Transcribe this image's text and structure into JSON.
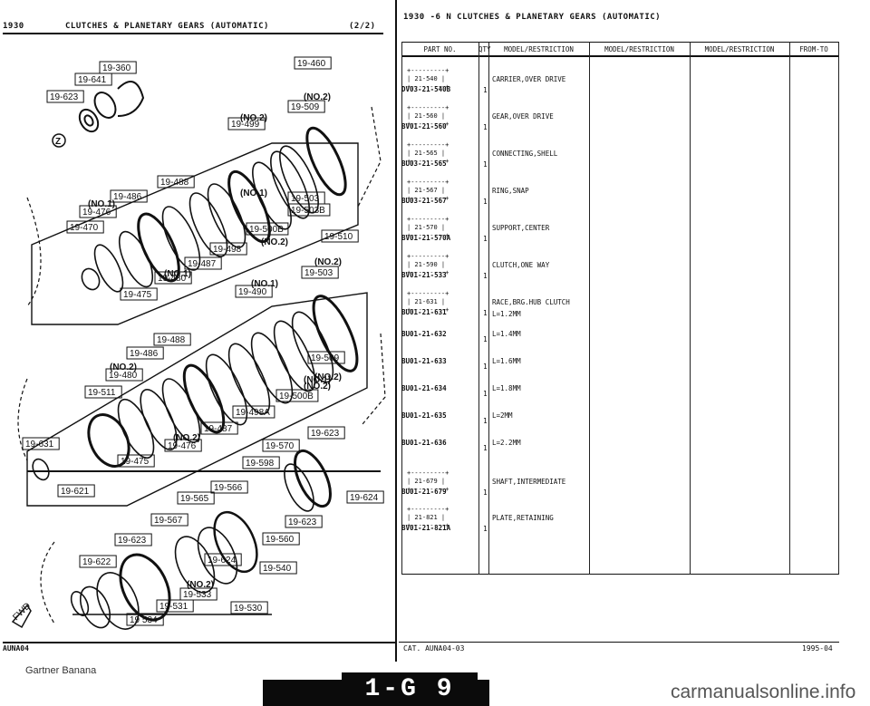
{
  "header": {
    "left_year": "1930",
    "left_title": "CLUTCHES & PLANETARY GEARS (AUTOMATIC)",
    "left_page": "(2/2)",
    "right_title": "1930 -6 N CLUTCHES & PLANETARY GEARS (AUTOMATIC)"
  },
  "table": {
    "columns": [
      "PART NO.",
      "QTY",
      "MODEL/RESTRICTION",
      "MODEL/RESTRICTION",
      "MODEL/RESTRICTION",
      "FROM-TO"
    ],
    "rows": [
      {
        "ref": "21-540",
        "part": "DV03-21-540B",
        "qty": "1",
        "desc": "CARRIER,OVER DRIVE"
      },
      {
        "ref": "21-560",
        "part": "BV01-21-560",
        "qty": "1",
        "desc": "GEAR,OVER DRIVE"
      },
      {
        "ref": "21-565",
        "part": "BU03-21-565",
        "qty": "1",
        "desc": "CONNECTING,SHELL"
      },
      {
        "ref": "21-567",
        "part": "BU03-21-567",
        "qty": "1",
        "desc": "RING,SNAP"
      },
      {
        "ref": "21-570",
        "part": "BV01-21-570A",
        "qty": "1",
        "desc": "SUPPORT,CENTER"
      },
      {
        "ref": "21-590",
        "part": "BV01-21-533",
        "qty": "1",
        "desc": "CLUTCH,ONE WAY"
      },
      {
        "ref": "21-631",
        "part": "BU01-21-631",
        "qty": "1",
        "desc": "RACE,BRG.HUB CLUTCH",
        "desc2": "L=1.2MM"
      },
      {
        "ref": "",
        "part": "BU01-21-632",
        "qty": "1",
        "desc": "L=1.4MM"
      },
      {
        "ref": "",
        "part": "BU01-21-633",
        "qty": "1",
        "desc": "L=1.6MM"
      },
      {
        "ref": "",
        "part": "BU01-21-634",
        "qty": "1",
        "desc": "L=1.8MM"
      },
      {
        "ref": "",
        "part": "BU01-21-635",
        "qty": "1",
        "desc": "L=2MM"
      },
      {
        "ref": "",
        "part": "BU01-21-636",
        "qty": "1",
        "desc": "L=2.2MM"
      },
      {
        "ref": "21-679",
        "part": "BU01-21-679",
        "qty": "1",
        "desc": "SHAFT,INTERMEDIATE"
      },
      {
        "ref": "21-821",
        "part": "BV01-21-821A",
        "qty": "1",
        "desc": "PLATE,RETAINING"
      }
    ]
  },
  "callouts": [
    "19-360",
    "19-641",
    "19-623",
    "19-460",
    "(NO.2)",
    "19-509",
    "(NO.2)",
    "19-499",
    "19-488",
    "19-486",
    "(NO.1)",
    "19-476",
    "19-470",
    "(NO.1)",
    "19-503",
    "19-503B",
    "19-500B",
    "(NO.2)",
    "19-510",
    "19-498",
    "19-487",
    "(NO.1)",
    "19-480",
    "19-475",
    "(NO.2)",
    "19-503",
    "(NO.1)",
    "19-490",
    "19-488",
    "19-486",
    "(NO.2)",
    "19-480",
    "19-509",
    "(NO.2)",
    "19-511",
    "(NO.1)",
    "(NO.2)",
    "19-500B",
    "19-498A",
    "19-487",
    "(NO.2)",
    "19-476",
    "19-631",
    "19-475",
    "19-623",
    "19-570",
    "19-598",
    "19-621",
    "19-566",
    "19-565",
    "19-624",
    "19-567",
    "19-623",
    "19-560",
    "19-623",
    "19-624",
    "19-540",
    "19-622",
    "(NO.2)",
    "19-533",
    "19-531",
    "19-530",
    "19 534"
  ],
  "circle_label": "Z",
  "fwd_label": "FWD",
  "footer": {
    "left_code": "AUNA04",
    "cat": "CAT. AUNA04-03",
    "date": "1995-04",
    "watermark_left": "Gartner Banana",
    "page_number": "1-G 9",
    "watermark_right": "carmanualsonline.info"
  }
}
